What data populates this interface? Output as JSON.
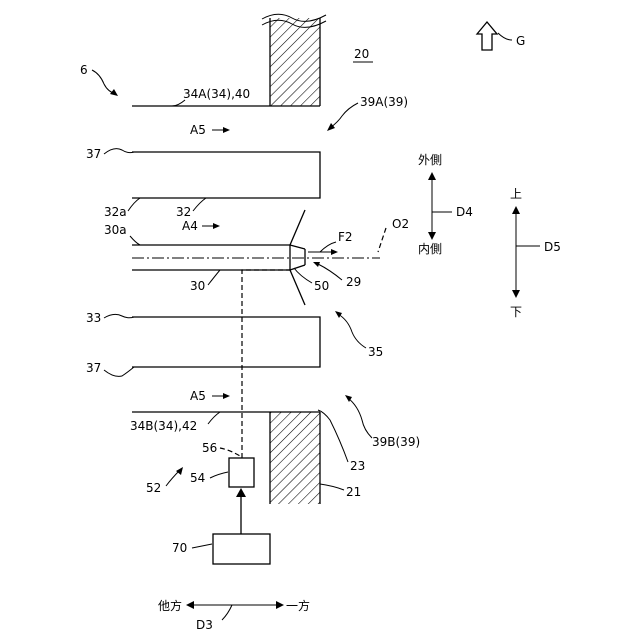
{
  "figure": {
    "labels": {
      "ref_6": "6",
      "ref_20": "20",
      "gravity": "G",
      "ref_34A": "34A(34),40",
      "ref_39A": "39A(39)",
      "arrow_a5_top": "A5",
      "ref_37_top": "37",
      "ref_32a": "32a",
      "ref_32": "32",
      "ref_30a": "30a",
      "arrow_a4": "A4",
      "arrow_f2": "F2",
      "ref_o2": "O2",
      "ref_29": "29",
      "ref_50": "50",
      "ref_30": "30",
      "ref_33": "33",
      "ref_35": "35",
      "ref_37_bottom": "37",
      "arrow_a5_bottom": "A5",
      "ref_34B": "34B(34),42",
      "ref_39B": "39B(39)",
      "ref_56": "56",
      "ref_23": "23",
      "ref_54": "54",
      "ref_21": "21",
      "ref_52": "52",
      "ref_70": "70",
      "d3_left": "他方",
      "d3_right": "一方",
      "ref_d3": "D3",
      "d4_outer": "外側",
      "d4_inner": "内側",
      "ref_d4": "D4",
      "d5_up": "上",
      "d5_down": "下",
      "ref_d5": "D5"
    }
  }
}
